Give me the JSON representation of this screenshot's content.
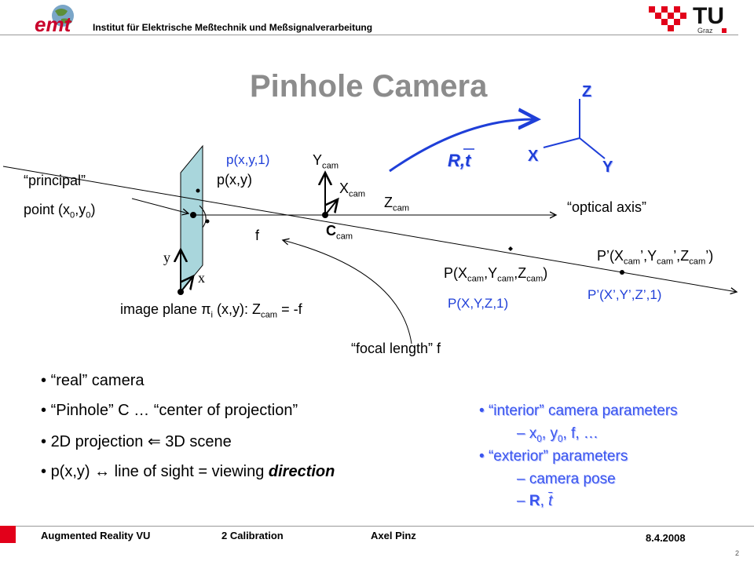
{
  "header": {
    "logo_text": "emt",
    "institute": "Institut für Elektrische Meßtechnik und Meßsignalverarbeitung",
    "tu_logo_main": "TU",
    "tu_logo_sub": "Graz"
  },
  "slide": {
    "title": "Pinhole Camera",
    "diagram": {
      "axis_z": "Z",
      "axis_x": "X",
      "axis_y": "Y",
      "rt": "R,t",
      "p_xy1": "p(x,y,1)",
      "p_xy": "p(x,y)",
      "principal_1": "“principal”",
      "principal_2": "point (x",
      "principal_sub0": "0",
      "principal_mid": ",y",
      "principal_sub1": "0",
      "principal_end": ")",
      "ycam": "Y",
      "xcam": "X",
      "zcam": "Z",
      "cam_sub": "cam",
      "ccam": "C",
      "optical_axis": "“optical axis”",
      "f": "f",
      "y": "y",
      "x": "x",
      "Pprime_open": "P’(X",
      "Pprime_sep1": "’,Y",
      "Pprime_sep2": "’,Z",
      "Pprime_close": "’)",
      "P_open": "P(X",
      "P_sep1": ",Y",
      "P_sep2": ",Z",
      "P_close": ")",
      "P_hom": "P(X,Y,Z,1)",
      "Pprime_hom": "P’(X’,Y’,Z’,1)",
      "image_plane_a": "image plane π",
      "image_plane_sub": "i",
      "image_plane_b": " (x,y): Z",
      "image_plane_c": " = -f",
      "focal": "“focal length” f"
    },
    "bullets_left": [
      "“real” camera",
      "“Pinhole” C … “center of projection”",
      "2D projection",
      "3D scene",
      "p(x,y) ↔ line of sight = viewing "
    ],
    "direction_word": "direction",
    "arrow_left": "⇐",
    "bullets_right": {
      "interior": "“interior” camera parameters",
      "interior_sub_a": "– x",
      "interior_sub_b": ", y",
      "interior_sub_c": ", f, …",
      "zero": "0",
      "exterior": "“exterior” parameters",
      "pose": "– camera pose",
      "rt_dash": "– ",
      "rt_R": "R",
      "rt_comma": ", ",
      "rt_t": "t"
    }
  },
  "footer": {
    "course": "Augmented Reality VU",
    "topic": "2 Calibration",
    "author": "Axel Pinz",
    "date": "8.4.2008",
    "page": "2"
  },
  "colors": {
    "accent_blue": "#1f3fd8",
    "tu_red": "#e2001a",
    "plane": "#a9d6dc"
  }
}
